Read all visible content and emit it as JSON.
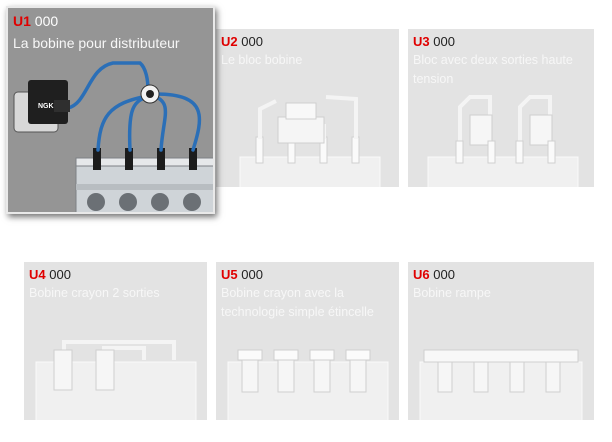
{
  "tiles": [
    {
      "code": "U1",
      "count": "000",
      "label": "La bobine pour distributeur"
    },
    {
      "code": "U2",
      "count": "000",
      "label": "Le bloc bobine"
    },
    {
      "code": "U3",
      "count": "000",
      "label": "Bloc avec deux sorties haute tension"
    },
    {
      "code": "U4",
      "count": "000",
      "label": "Bobine crayon 2 sorties"
    },
    {
      "code": "U5",
      "count": "000",
      "label": "Bobine crayon avec la technologie simple étincelle"
    },
    {
      "code": "U6",
      "count": "000",
      "label": "Bobine rampe"
    }
  ],
  "brand_text": "NGK",
  "colors": {
    "code": "#e00000",
    "active_bg": "#959595",
    "tile_bg": "#e3e3e3",
    "wire": "#2b6fb7"
  }
}
